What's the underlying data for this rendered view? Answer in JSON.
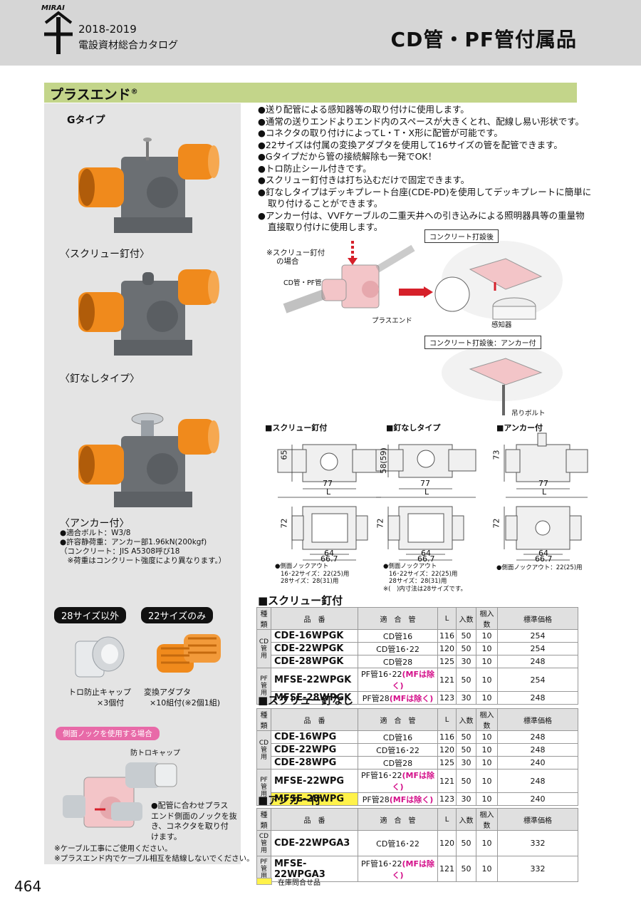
{
  "header": {
    "brand": "MIRAI",
    "years": "2018-2019",
    "catalog": "電設資材総合カタログ",
    "page_title": "CD管・PF管付属品"
  },
  "section": {
    "title": "プラスエンド",
    "mark": "®"
  },
  "left": {
    "g_type": "Gタイプ",
    "label_screw": "〈スクリュー釘付〉",
    "label_nonail": "〈釘なしタイプ〉",
    "label_anchor": "〈アンカー付〉",
    "anchor_specs": [
      "●適合ボルト：W3/8",
      "●許容静荷重：アンカー部1.96kN(200kgf)",
      "（コンクリート：JIS A5308呼び18",
      "　※荷重はコンクリート強度により異なります。）"
    ],
    "tab_not28": "28サイズ以外",
    "tab_22only": "22サイズのみ",
    "acc1": [
      "トロ防止キャップ",
      "×3個付"
    ],
    "acc2": [
      "変換アダプタ",
      "×10組付(※2個1組)"
    ],
    "side_knock_title": "側面ノックを使用する場合",
    "cap_label": "防トロキャップ",
    "side_note": [
      "●配管に合わせプラス",
      "エンド側面のノックを抜",
      "き、コネクタを取り付",
      "けます。"
    ],
    "footnotes": [
      "※ケーブル工事にご使用ください。",
      "※プラスエンド内でケーブル相互を結線しないでください。"
    ]
  },
  "features": [
    "●送り配管による感知器等の取り付けに使用します。",
    "●通常の送りエンドよりエンド内のスペースが大きくとれ、配線し易い形状です。",
    "●コネクタの取り付けによってL・T・X形に配管が可能です。",
    "●22サイズは付属の変換アダプタを使用して16サイズの管を配管できます。",
    "●Gタイプだから管の接続解除も一発でOK！",
    "●トロ防止シール付きです。",
    "●スクリュー釘付きは打ち込むだけで固定できます。",
    "●釘なしタイプはデッキプレート台座(CDE-PD)を使用してデッキプレートに簡単に取り付けることができます。",
    "●アンカー付は、VVFケーブルの二重天井への引き込みによる照明器具等の重量物直接取り付けに使用します。"
  ],
  "diagram": {
    "after_concrete": "コンクリート打設後",
    "after_concrete_anchor": "コンクリート打設後：アンカー付",
    "screw_case": [
      "※スクリュー釘付",
      "の場合"
    ],
    "cd_pf": "CD管・PF管",
    "plus_end": "プラスエンド",
    "sensor": "感知器",
    "hanging_bolt": "吊りボルト"
  },
  "dims": {
    "screw": {
      "title": "■スクリュー釘付",
      "h": "65",
      "w": "77",
      "l": "L",
      "d": "72",
      "b1": "64",
      "b2": "66.7",
      "notes": [
        "●側面ノックアウト",
        "16･22サイズ：22(25)用",
        "28サイズ：28(31)用"
      ]
    },
    "nonail": {
      "title": "■釘なしタイプ",
      "h": "58(59)",
      "w": "77",
      "l": "L",
      "d": "72",
      "b1": "64",
      "b2": "66.7",
      "notes": [
        "●側面ノックアウト",
        "16･22サイズ：22(25)用",
        "28サイズ：28(31)用",
        "※(　)内寸法は28サイズです。"
      ]
    },
    "anchor": {
      "title": "■アンカー付",
      "h": "73",
      "w": "77",
      "l": "L",
      "d": "72",
      "b1": "64",
      "b2": "66.7",
      "notes": [
        "●側面ノックアウト：22(25)用"
      ]
    }
  },
  "columns": {
    "kind": "種類",
    "code": "品　番",
    "pipe": "適　合　管",
    "l": "L",
    "qty": "入数",
    "sub": "梱入数",
    "price": "標準価格"
  },
  "kinds": {
    "cd": "CD管用",
    "pf": "PF管用"
  },
  "tables": [
    {
      "title": "■スクリュー釘付",
      "rows": [
        {
          "code": "CDE-16WPGK",
          "pipe": "CD管16",
          "mf": "",
          "l": "116",
          "qty": "50",
          "sub": "10",
          "price": "254",
          "hl": false
        },
        {
          "code": "CDE-22WPGK",
          "pipe": "CD管16･22",
          "mf": "",
          "l": "120",
          "qty": "50",
          "sub": "10",
          "price": "254",
          "hl": false
        },
        {
          "code": "CDE-28WPGK",
          "pipe": "CD管28",
          "mf": "",
          "l": "125",
          "qty": "30",
          "sub": "10",
          "price": "248",
          "hl": false
        },
        {
          "code": "MFSE-22WPGK",
          "pipe": "PF管16･22",
          "mf": "(MFは除く)",
          "l": "121",
          "qty": "50",
          "sub": "10",
          "price": "254",
          "hl": false
        },
        {
          "code": "MFSE-28WPGK",
          "pipe": "PF管28",
          "mf": "(MFは除く)",
          "l": "123",
          "qty": "30",
          "sub": "10",
          "price": "248",
          "hl": false
        }
      ]
    },
    {
      "title": "■スクリュー釘なし",
      "rows": [
        {
          "code": "CDE-16WPG",
          "pipe": "CD管16",
          "mf": "",
          "l": "116",
          "qty": "50",
          "sub": "10",
          "price": "248",
          "hl": false
        },
        {
          "code": "CDE-22WPG",
          "pipe": "CD管16･22",
          "mf": "",
          "l": "120",
          "qty": "50",
          "sub": "10",
          "price": "248",
          "hl": false
        },
        {
          "code": "CDE-28WPG",
          "pipe": "CD管28",
          "mf": "",
          "l": "125",
          "qty": "30",
          "sub": "10",
          "price": "240",
          "hl": false
        },
        {
          "code": "MFSE-22WPG",
          "pipe": "PF管16･22",
          "mf": "(MFは除く)",
          "l": "121",
          "qty": "50",
          "sub": "10",
          "price": "248",
          "hl": false
        },
        {
          "code": "MFSE-28WPG",
          "pipe": "PF管28",
          "mf": "(MFは除く)",
          "l": "123",
          "qty": "30",
          "sub": "10",
          "price": "240",
          "hl": true
        }
      ]
    },
    {
      "title": "■アンカー付",
      "rows": [
        {
          "code": "CDE-22WPGA3",
          "pipe": "CD管16･22",
          "mf": "",
          "l": "120",
          "qty": "50",
          "sub": "10",
          "price": "332",
          "hl": false
        },
        {
          "code": "MFSE-22WPGA3",
          "pipe": "PF管16･22",
          "mf": "(MFは除く)",
          "l": "121",
          "qty": "50",
          "sub": "10",
          "price": "332",
          "hl": false
        }
      ]
    }
  ],
  "legend": "在庫問合せ品",
  "page_number": "464",
  "colors": {
    "orange": "#f08a1c",
    "body": "#6b6f73",
    "band": "#c3d58a",
    "highlight": "#fff24a",
    "pink": "#f3c5c8",
    "mf": "#d4108a"
  }
}
